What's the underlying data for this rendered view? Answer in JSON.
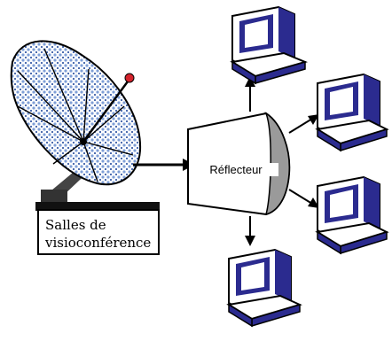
{
  "diagram": {
    "studio_label_line1": "Salles de",
    "studio_label_line2": "visioconférence",
    "reflector_label": "Réflecteur"
  },
  "colors": {
    "dish_blue": "#7f9fd6",
    "computer_navy": "#2b2b8f",
    "computer_screen": "#ffffff",
    "feed_red": "#d4232c",
    "line": "#000000"
  },
  "icons": [
    "satellite-dish-icon",
    "computer-icon"
  ]
}
